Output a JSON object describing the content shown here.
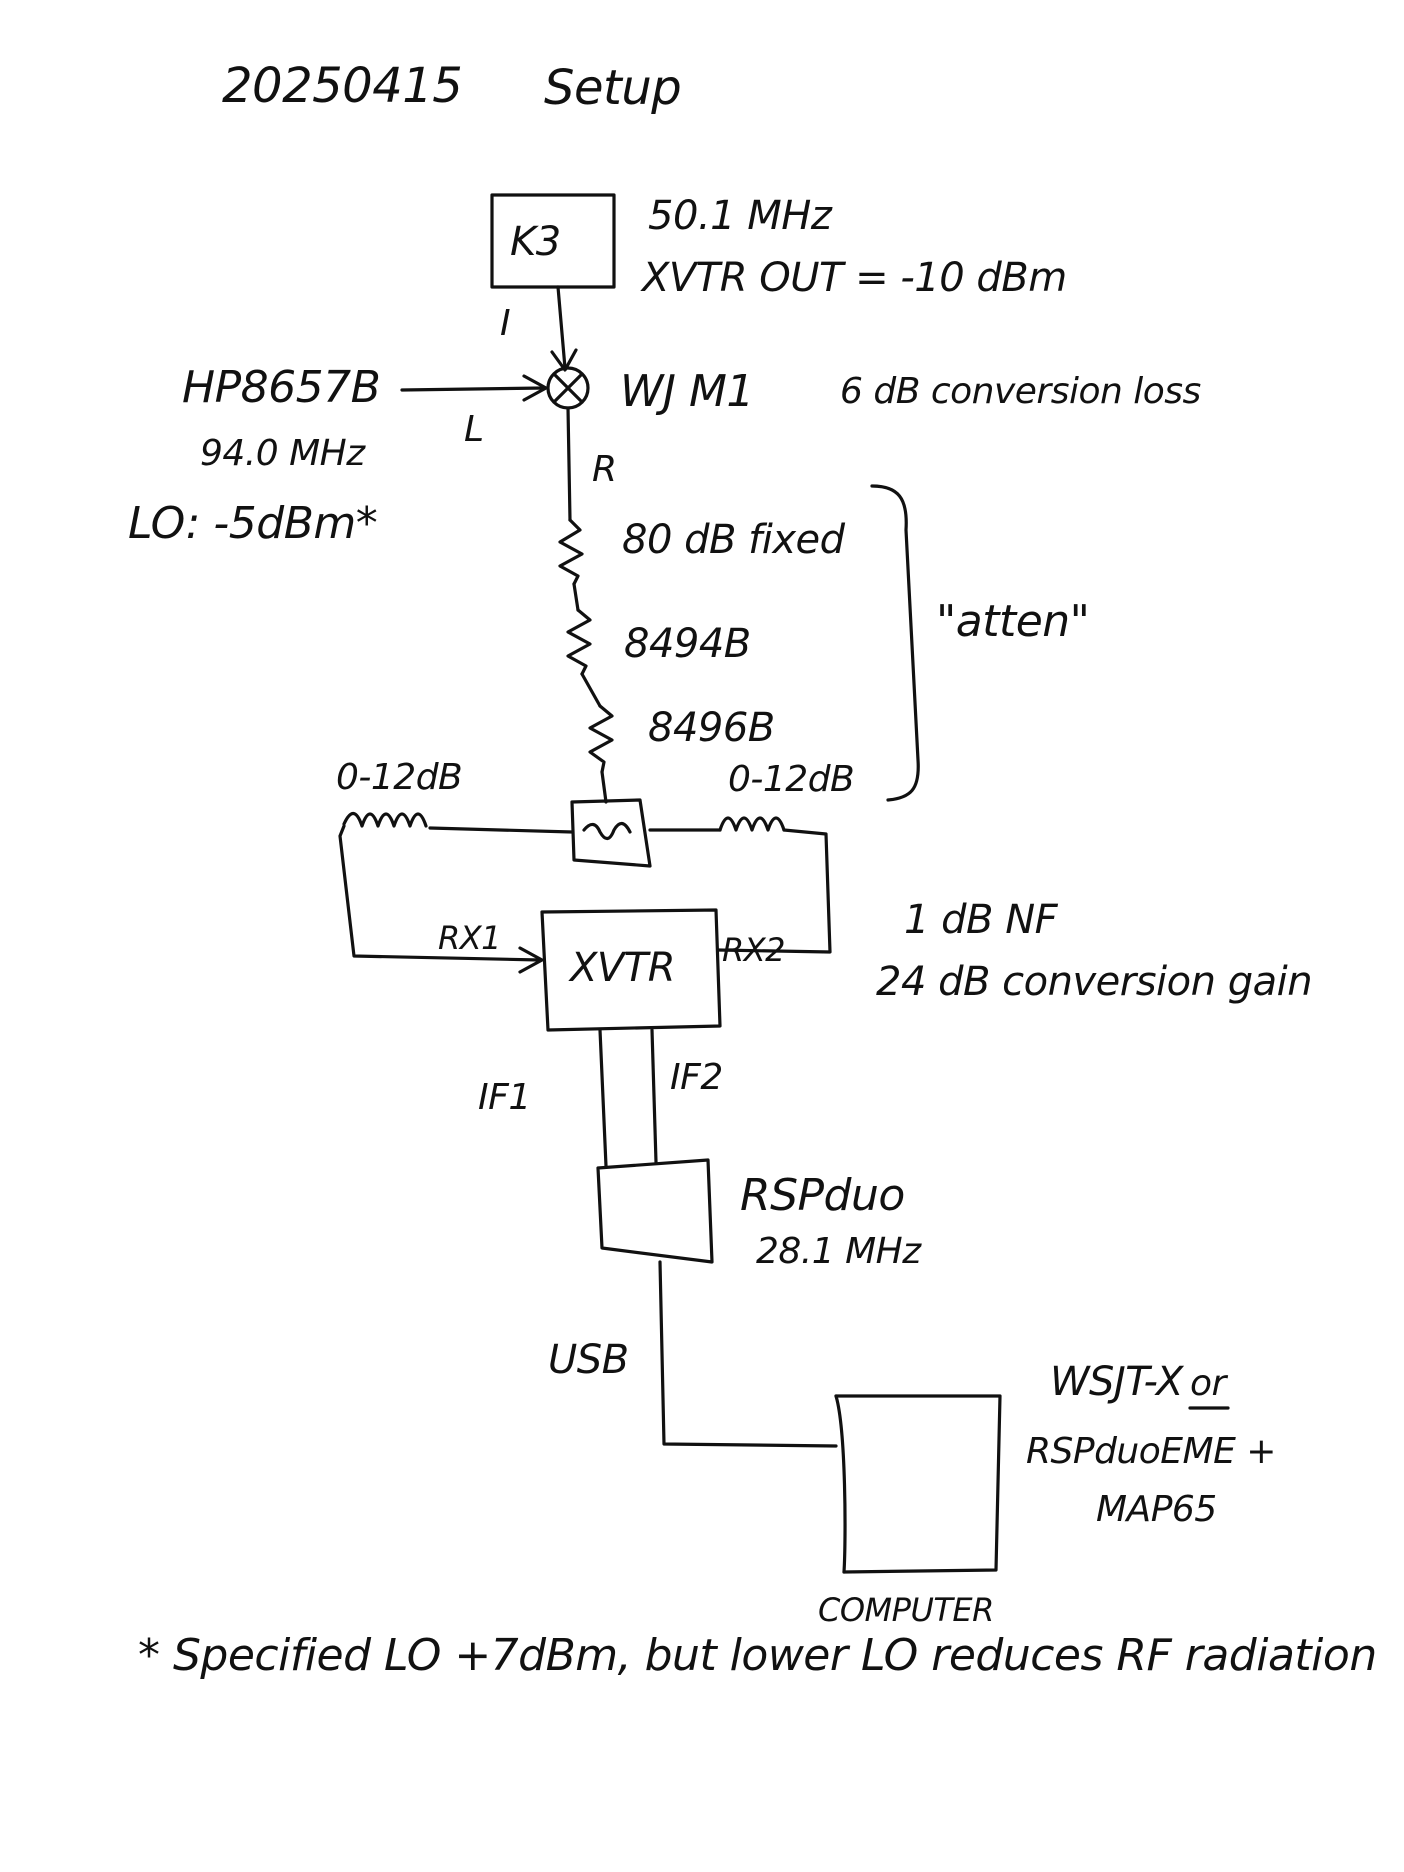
{
  "header": {
    "date": "20250415",
    "title": "Setup"
  },
  "k3": {
    "box_label": "K3",
    "freq": "50.1 MHz",
    "xvtr_out": "XVTR OUT = -10 dBm"
  },
  "mixer": {
    "port_i": "I",
    "port_l": "L",
    "port_r": "R",
    "label": "WJ M1",
    "spec": "6 dB conversion loss"
  },
  "generator": {
    "model": "HP8657B",
    "freq": "94.0 MHz",
    "lo": "LO: -5dBm*"
  },
  "attenuators": {
    "fixed": "80 dB fixed",
    "att_1": "8494B",
    "att_2": "8496B",
    "group_label": "\"atten\""
  },
  "split": {
    "left": "0-12dB",
    "right": "0-12dB",
    "splitter_glyph": "~~~"
  },
  "xvtr": {
    "box_label": "XVTR",
    "rx1": "RX1",
    "rx2": "RX2",
    "nf": "1 dB NF",
    "gain": "24 dB conversion gain",
    "if1": "IF1",
    "if2": "IF2"
  },
  "rspduo": {
    "name": "RSPduo",
    "freq": "28.1 MHz",
    "link": "USB"
  },
  "computer": {
    "box_label": "COMPUTER",
    "sw_1": "WSJT-X",
    "sw_or": "or",
    "sw_2": "RSPduoEME +",
    "sw_3": "MAP65"
  },
  "footnote": "* Specified LO +7dBm, but lower LO reduces RF radiation"
}
